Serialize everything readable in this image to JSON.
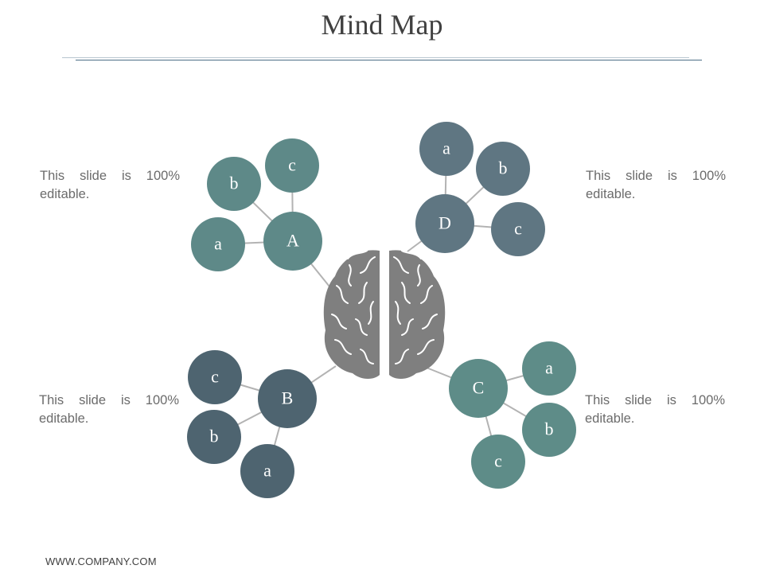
{
  "title": "Mind Map",
  "footer": "WWW.COMPANY.COM",
  "notes": {
    "top_left": "This slide is 100% editable.",
    "top_right": "This slide is 100% editable.",
    "bottom_left": "This slide is 100% editable.",
    "bottom_right": "This slide is 100% editable."
  },
  "center_icon": "brain-icon",
  "colors": {
    "teal": "#5e8988",
    "slate": "#5f7682",
    "dark_slate": "#4e6470",
    "green_teal": "#5e8c88",
    "connector": "#b3b3b3",
    "brain": "#7f7f7f"
  },
  "branches": [
    {
      "label": "A",
      "color": "teal",
      "children": [
        "a",
        "b",
        "c"
      ]
    },
    {
      "label": "D",
      "color": "slate",
      "children": [
        "a",
        "b",
        "c"
      ]
    },
    {
      "label": "B",
      "color": "dark_slate",
      "children": [
        "c",
        "b",
        "a"
      ]
    },
    {
      "label": "C",
      "color": "green_teal",
      "children": [
        "a",
        "b",
        "c"
      ]
    }
  ]
}
